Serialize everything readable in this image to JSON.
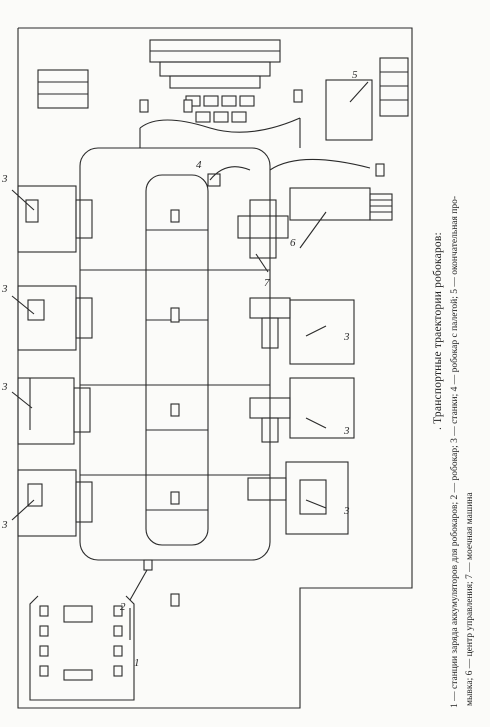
{
  "caption": {
    "title": ". Транспортные траектории робокаров:",
    "line1": "1 — станции заряда аккумуляторов для робокаров; 2 — робокар; 3 — станки; 4 — робокар с палетой; 5 — окончательная про-",
    "line2": "мывка; 6 — центр управления; 7 — моечная машина"
  },
  "callouts": {
    "c1": "1",
    "c2": "2",
    "c3": "3",
    "c4": "4",
    "c5": "5",
    "c6": "6",
    "c7": "7"
  },
  "colors": {
    "ink": "#2a2a2a",
    "paper": "#fbfbf9"
  }
}
